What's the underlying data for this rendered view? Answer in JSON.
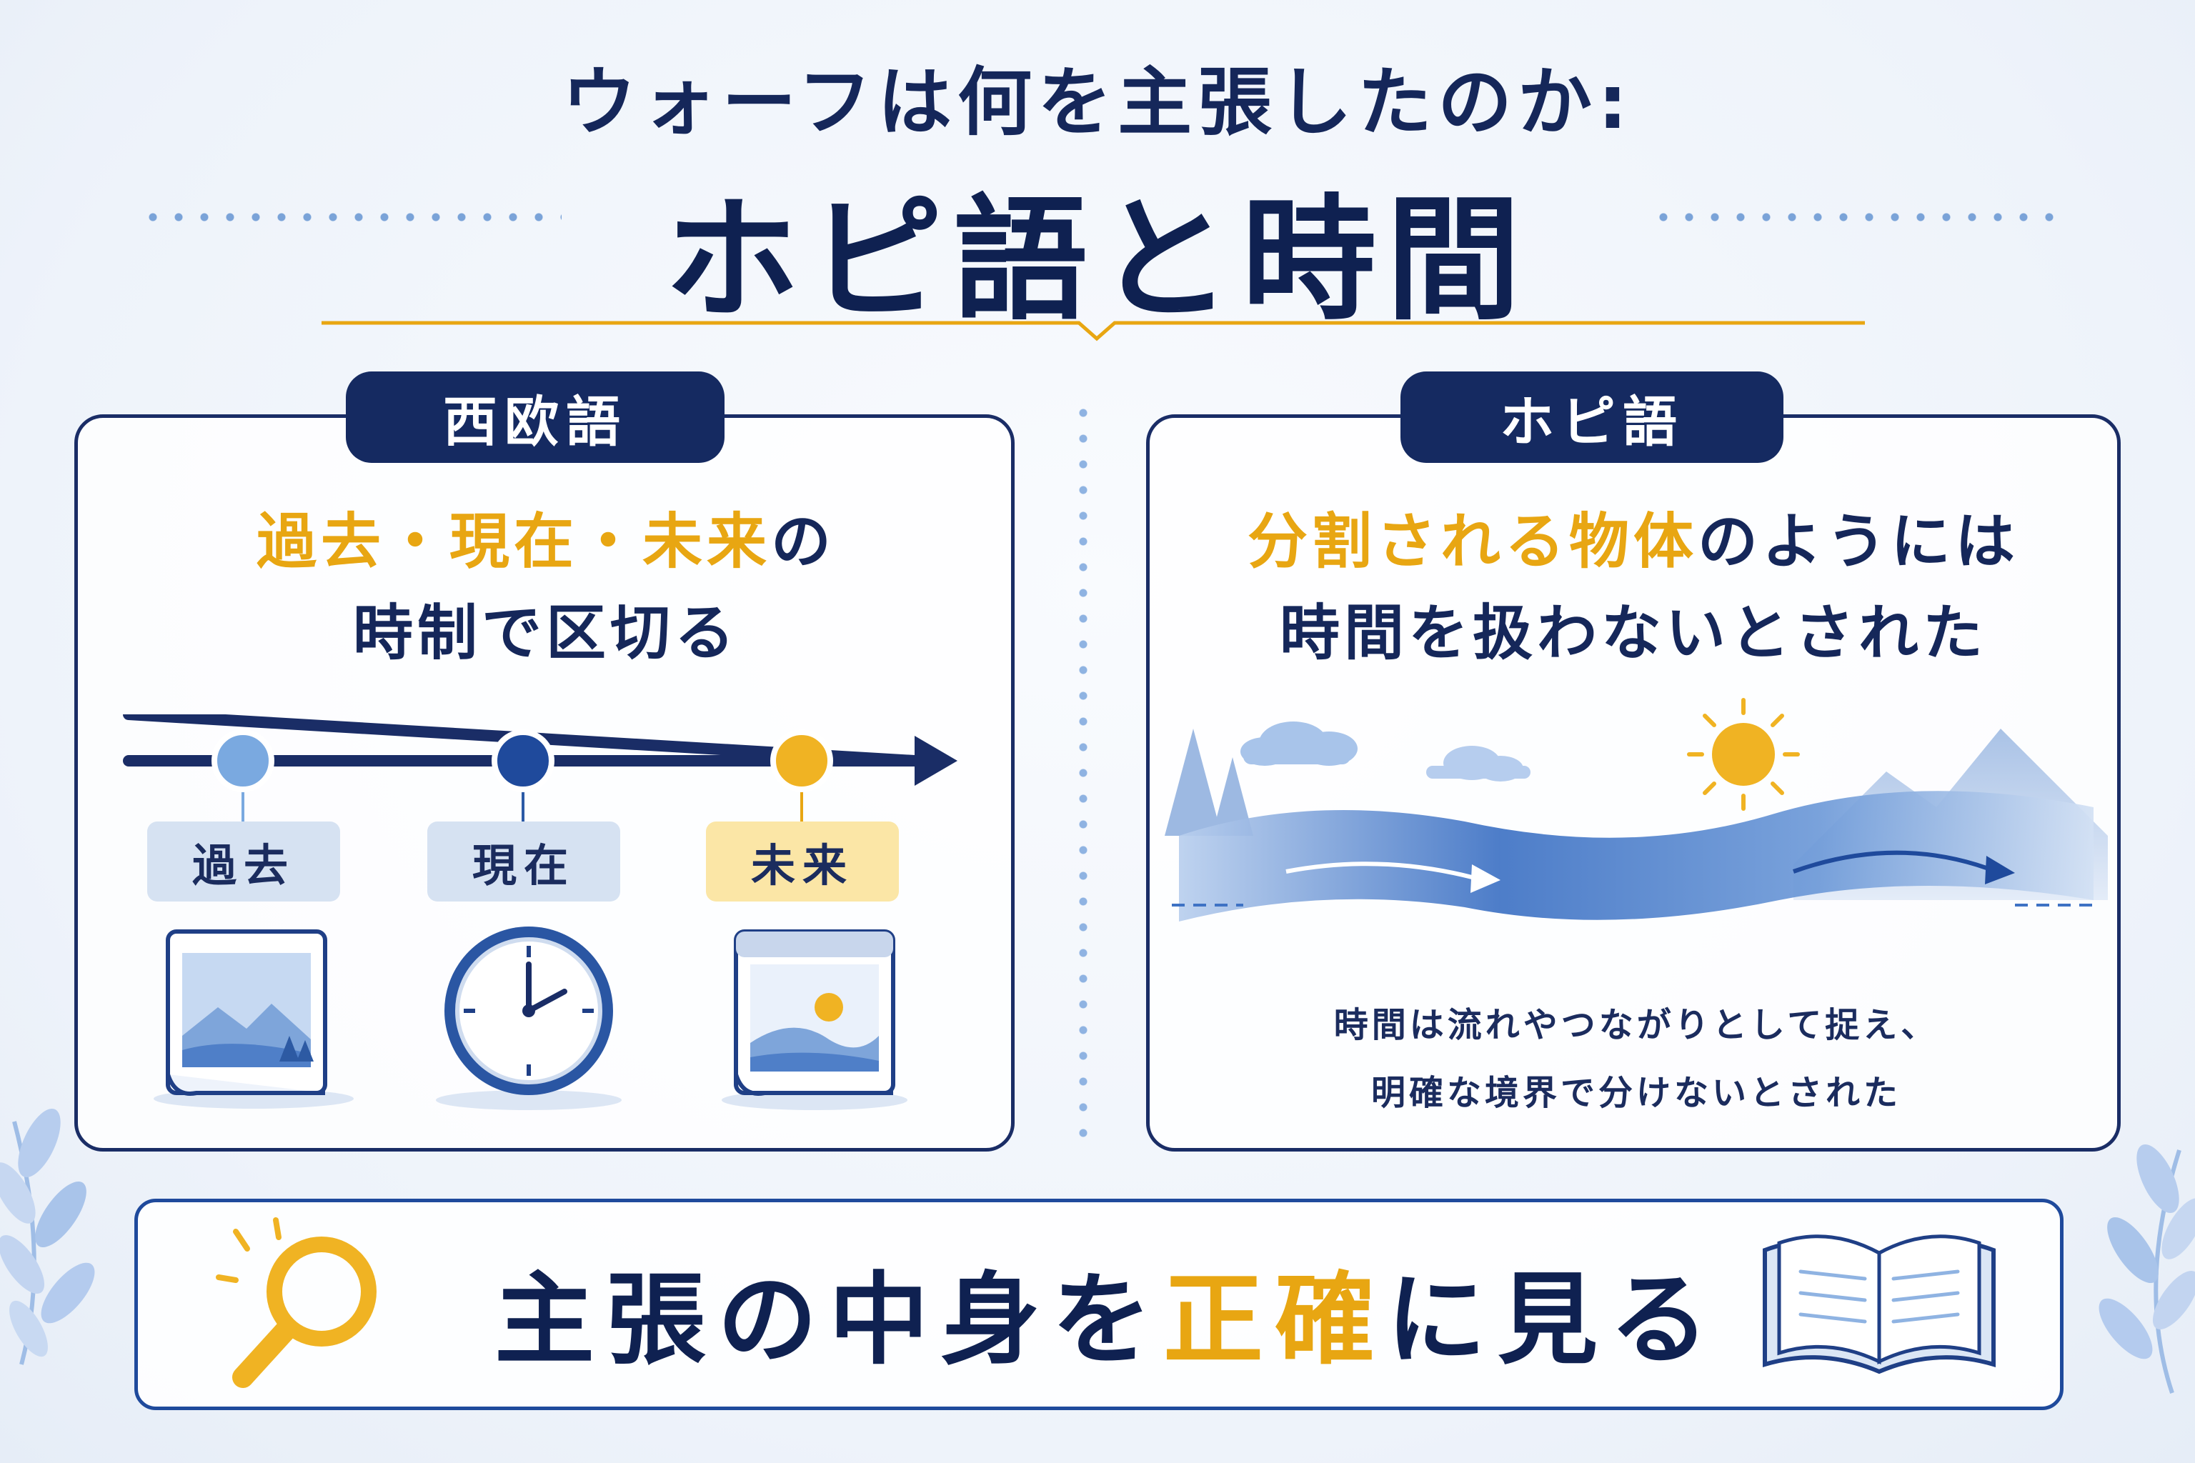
{
  "title": {
    "subtitle": "ウォーフは何を主張したのか:",
    "main": "ホピ語と時間"
  },
  "left_panel": {
    "tab": "西欧語",
    "headline_highlight": "過去・現在・未来",
    "headline_rest": "の",
    "headline_line2": "時制で区切る",
    "timeline_labels": [
      "過去",
      "現在",
      "未来"
    ]
  },
  "right_panel": {
    "tab": "ホピ語",
    "headline_highlight": "分割される物体",
    "headline_rest": "のようには",
    "headline_line2": "時間を扱わないとされた",
    "caption_line1": "時間は流れやつながりとして捉え、",
    "caption_line2": "明確な境界で分けないとされた"
  },
  "banner": {
    "text_before": "主張の中身を",
    "text_highlight": "正確",
    "text_after": "に見る"
  },
  "colors": {
    "navy": "#152a61",
    "gold": "#e8a612",
    "blue_light": "#7aa9e0",
    "blue_mid": "#3a6fc2",
    "past_label_bg": "#d6e2f2",
    "future_label_bg": "#fbe6a6"
  },
  "icons": [
    "landscape-calendar-icon",
    "clock-icon",
    "sun-calendar-icon",
    "cloud-icon",
    "sun-icon",
    "mountain-icon",
    "tree-icon",
    "magnifier-icon",
    "open-book-icon",
    "leaf-branch-icon"
  ]
}
